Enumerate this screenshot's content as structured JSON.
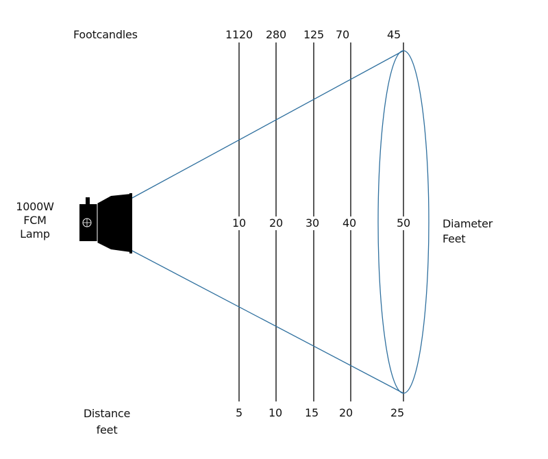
{
  "diagram": {
    "footcandles_label": "Footcandles",
    "lamp_label": [
      "1000W",
      "FCM",
      "Lamp"
    ],
    "diameter_label": [
      "Diameter",
      "Feet"
    ],
    "distance_label": [
      "Distance",
      "feet"
    ],
    "stations": [
      {
        "footcandles": "1120",
        "diameter": "10",
        "distance": "5"
      },
      {
        "footcandles": "280",
        "diameter": "20",
        "distance": "10"
      },
      {
        "footcandles": "125",
        "diameter": "30",
        "distance": "15"
      },
      {
        "footcandles": "70",
        "diameter": "40",
        "distance": "20"
      },
      {
        "footcandles": "45",
        "diameter": "50",
        "distance": "25"
      }
    ],
    "colors": {
      "beam": "#2e6f9e",
      "lines": "#111111",
      "lamp": "#000000"
    }
  }
}
